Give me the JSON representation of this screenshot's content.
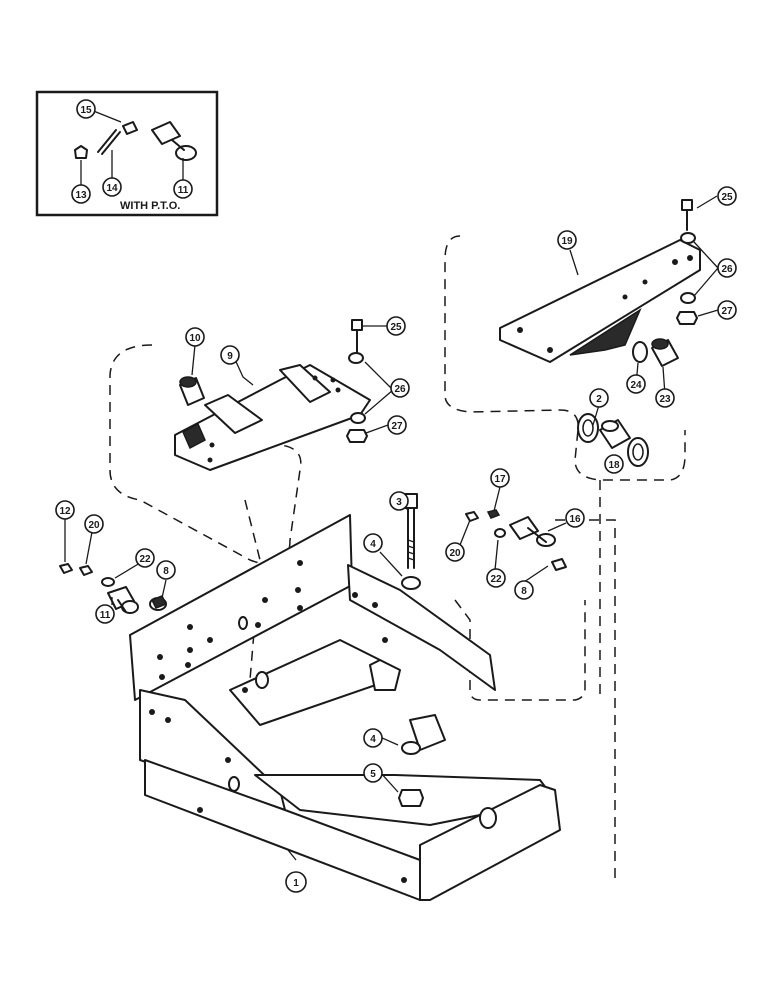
{
  "inset": {
    "caption": "WITH P.T.O.",
    "callouts": [
      "15",
      "13",
      "14",
      "11"
    ]
  },
  "callouts": {
    "c1": "1",
    "c2": "2",
    "c3": "3",
    "c4a": "4",
    "c4b": "4",
    "c5": "5",
    "c8a": "8",
    "c8b": "8",
    "c9": "9",
    "c10": "10",
    "c11": "11",
    "c12": "12",
    "c16": "16",
    "c17": "17",
    "c18": "18",
    "c19": "19",
    "c20a": "20",
    "c20b": "20",
    "c22a": "22",
    "c22b": "22",
    "c23": "23",
    "c24": "24",
    "c25a": "25",
    "c25b": "25",
    "c26a": "26",
    "c26b": "26",
    "c27a": "27",
    "c27b": "27"
  }
}
